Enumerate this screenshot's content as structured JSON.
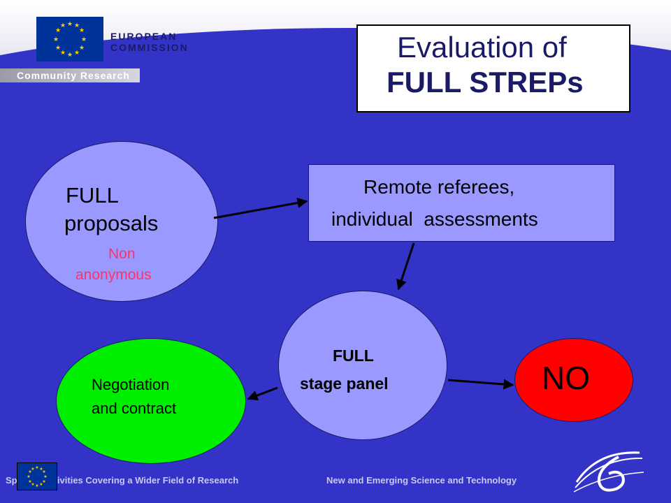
{
  "header": {
    "org_line1": "EUROPEAN",
    "org_line2": "COMMISSION",
    "band": "Community Research"
  },
  "title": {
    "line1": "Evaluation of",
    "line2": "FULL STREPs"
  },
  "nodes": {
    "proposals": {
      "line1": "FULL",
      "line2": "proposals",
      "note1": "Non",
      "note2": "anonymous"
    },
    "referees": {
      "line1": "Remote referees,",
      "line2": "individual  assessments"
    },
    "panel": {
      "line1": "FULL",
      "line2": "stage panel"
    },
    "negotiation": {
      "line1": "Negotiation",
      "line2": "and contract"
    },
    "no": {
      "label": "NO"
    }
  },
  "footer": {
    "left": "Specific Activities Covering a Wider Field of Research",
    "right": "New and Emerging Science and Technology"
  },
  "colors": {
    "background": "#3333c8",
    "node_fill": "#9999ff",
    "negotiation_fill": "#00ee00",
    "no_fill": "#ff0000",
    "note_text": "#ff3366"
  }
}
